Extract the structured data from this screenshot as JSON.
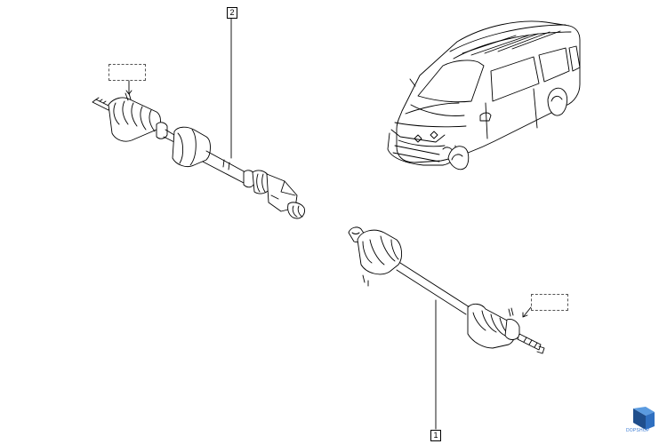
{
  "callouts": [
    {
      "label": "2"
    },
    {
      "label": "1"
    }
  ],
  "watermark": {
    "text": "DOPSHOP",
    "color": "#3a7bd5"
  },
  "colors": {
    "line": "#000000",
    "background": "#ffffff"
  }
}
